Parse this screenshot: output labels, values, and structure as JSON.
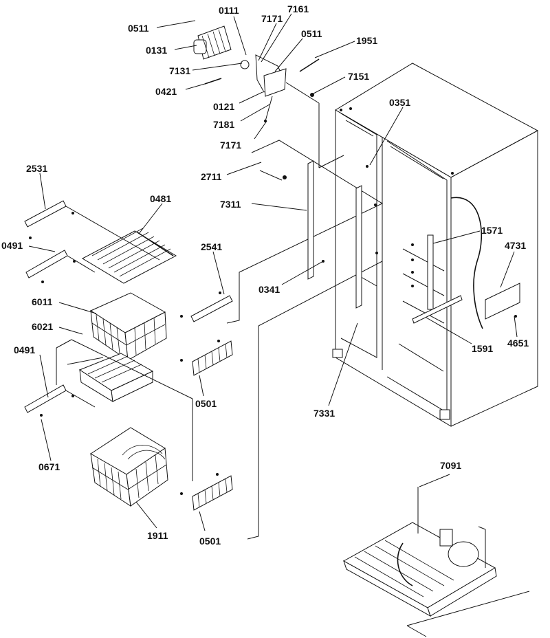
{
  "diagram": {
    "labels": [
      {
        "id": "p0511a",
        "text": "0511"
      },
      {
        "id": "p0111",
        "text": "0111"
      },
      {
        "id": "p7161",
        "text": "7161"
      },
      {
        "id": "p7171a",
        "text": "7171"
      },
      {
        "id": "p0511b",
        "text": "0511"
      },
      {
        "id": "p1951",
        "text": "1951"
      },
      {
        "id": "p0131",
        "text": "0131"
      },
      {
        "id": "p7131",
        "text": "7131"
      },
      {
        "id": "p7151",
        "text": "7151"
      },
      {
        "id": "p0421",
        "text": "0421"
      },
      {
        "id": "p0351",
        "text": "0351"
      },
      {
        "id": "p0121",
        "text": "0121"
      },
      {
        "id": "p7181",
        "text": "7181"
      },
      {
        "id": "p7171b",
        "text": "7171"
      },
      {
        "id": "p2531",
        "text": "2531"
      },
      {
        "id": "p2711",
        "text": "2711"
      },
      {
        "id": "p0481",
        "text": "0481"
      },
      {
        "id": "p7311",
        "text": "7311"
      },
      {
        "id": "p0491a",
        "text": "0491"
      },
      {
        "id": "p2541",
        "text": "2541"
      },
      {
        "id": "p1571",
        "text": "1571"
      },
      {
        "id": "p4731",
        "text": "4731"
      },
      {
        "id": "p0341",
        "text": "0341"
      },
      {
        "id": "p6011",
        "text": "6011"
      },
      {
        "id": "p6021",
        "text": "6021"
      },
      {
        "id": "p4651",
        "text": "4651"
      },
      {
        "id": "p1591",
        "text": "1591"
      },
      {
        "id": "p0491b",
        "text": "0491"
      },
      {
        "id": "p0501a",
        "text": "0501"
      },
      {
        "id": "p7331",
        "text": "7331"
      },
      {
        "id": "p0671",
        "text": "0671"
      },
      {
        "id": "p7091",
        "text": "7091"
      },
      {
        "id": "p1911",
        "text": "1911"
      },
      {
        "id": "p0501b",
        "text": "0501"
      }
    ]
  }
}
